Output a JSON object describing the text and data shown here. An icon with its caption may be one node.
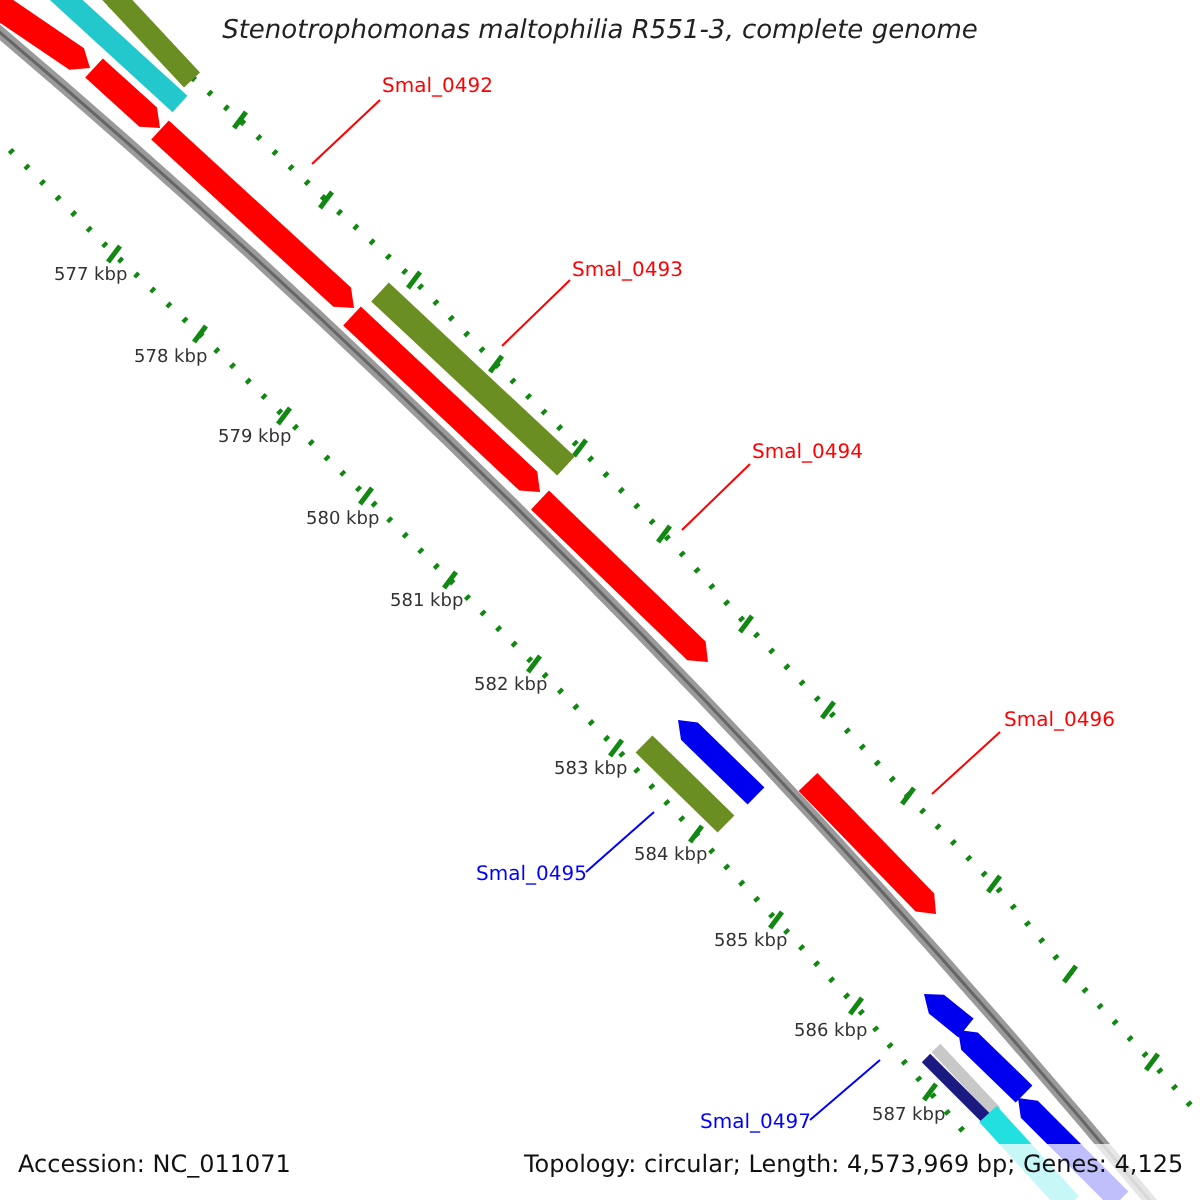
{
  "diagram": {
    "title": "Stenotrophomonas maltophilia R551-3, complete genome",
    "nodes": [
      {
        "text": [
          "Smal_0492"
        ]
      },
      {
        "text": [
          "Smal_0493"
        ]
      },
      {
        "text": [
          "Smal_0494"
        ]
      },
      {
        "text": [
          "Smal_0496"
        ]
      },
      {
        "text": [
          "Smal_0495"
        ]
      },
      {
        "text": [
          "Smal_0497"
        ]
      }
    ],
    "edges": [
      {
        "from": 0,
        "to": null,
        "arrow": "none"
      },
      {
        "from": 1,
        "to": null,
        "arrow": "none"
      },
      {
        "from": 2,
        "to": null,
        "arrow": "none"
      },
      {
        "from": 3,
        "to": null,
        "arrow": "none"
      },
      {
        "from": 4,
        "to": null,
        "arrow": "none",
        "color": "#0000ff"
      },
      {
        "from": 5,
        "to": null,
        "arrow": "none",
        "color": "#0000ff"
      }
    ],
    "labels": [
      "577 kbp",
      "578 kbp",
      "579 kbp",
      "580 kbp",
      "581 kbp",
      "582 kbp",
      "583 kbp",
      "584 kbp",
      "585 kbp",
      "586 kbp",
      "587 kbp",
      "Accession: NC_011071",
      "Topology: circular; Length: 4,573,969 bp; Genes: 4,125"
    ]
  }
}
